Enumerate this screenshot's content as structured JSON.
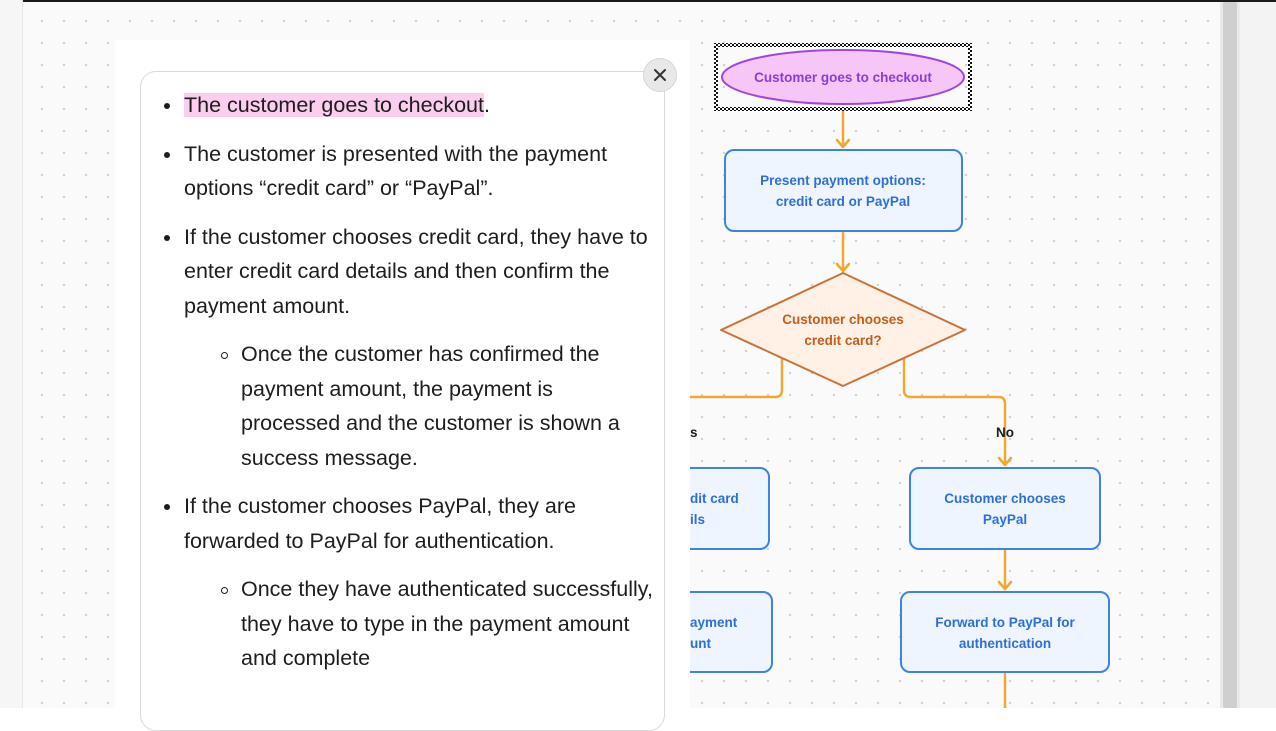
{
  "document": {
    "close_icon": "close-icon",
    "items": [
      {
        "level": 1,
        "highlight": "The customer goes to checkout",
        "text": "."
      },
      {
        "level": 1,
        "text": "The customer is presented with the payment options “credit card” or “PayPal”."
      },
      {
        "level": 1,
        "text": "If the customer chooses credit card, they have to enter credit card details and then confirm the payment amount."
      },
      {
        "level": 2,
        "text": "Once the customer has confirmed the payment amount, the payment is processed and the customer is shown a success message."
      },
      {
        "level": 1,
        "text": "If the customer chooses PayPal, they are forwarded to PayPal for authentication."
      },
      {
        "level": 2,
        "text": "Once they have authenticated successfully, they have to type in the payment amount and complete"
      }
    ]
  },
  "flowchart": {
    "start": {
      "label": "Customer goes to checkout"
    },
    "present": {
      "line1": "Present payment options:",
      "line2": "credit card or PayPal"
    },
    "decision": {
      "line1": "Customer chooses",
      "line2": "credit card?"
    },
    "yes_label": "s",
    "no_label": "No",
    "enter_details": {
      "line1": "dit card",
      "line2": "ils"
    },
    "paypal": {
      "line1": "Customer chooses",
      "line2": "PayPal"
    },
    "confirm_amount": {
      "line1": "ayment",
      "line2": "unt"
    },
    "forward": {
      "line1": "Forward to PayPal for",
      "line2": "authentication"
    }
  },
  "colors": {
    "highlight": "#fbcdee",
    "connector": "#f2a830",
    "process_fill": "#eef5ff",
    "process_border": "#3d82e6",
    "process_text": "#2e6fd6",
    "decision_fill": "#fff1e6",
    "decision_border": "#c8733a",
    "decision_text": "#c25d1c",
    "start_fill": "#f6c6f6",
    "start_border": "#a046e0",
    "start_text": "#8a3dd6"
  }
}
